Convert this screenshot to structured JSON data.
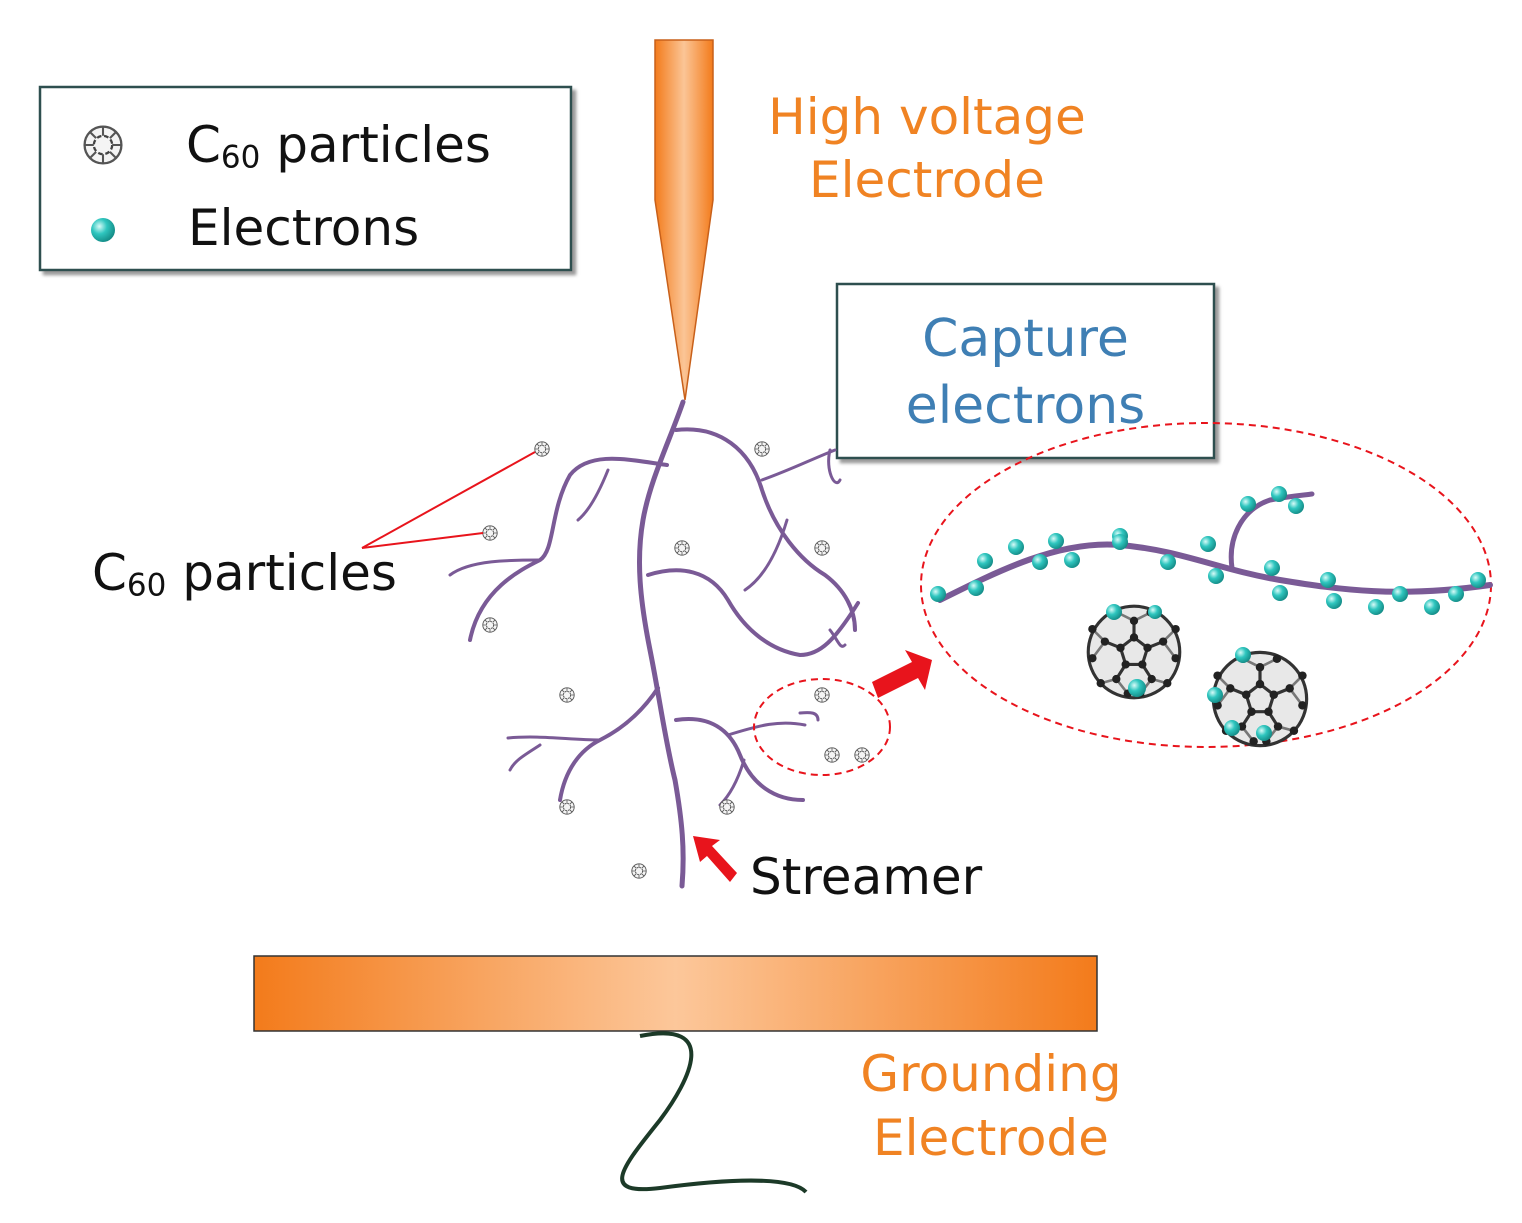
{
  "legend": {
    "c60": {
      "symbol": "C",
      "subscript": "60",
      "text": " particles"
    },
    "electrons": "Electrons"
  },
  "labels": {
    "hv_line1": "High voltage",
    "hv_line2": "Electrode",
    "capture_line1": "Capture",
    "capture_line2": "electrons",
    "c60": {
      "symbol": "C",
      "subscript": "60",
      "text": " particles"
    },
    "streamer": "Streamer",
    "ground_line1": "Grounding",
    "ground_line2": "Electrode"
  },
  "colors": {
    "electrode": "#f37b1b",
    "electrode_light": "#fbc596",
    "streamer": "#7a5a96",
    "electron": "#2cc3bd",
    "arrow": "#e8141c",
    "dashed": "#e8141c",
    "label_orange": "#f08323",
    "label_blue": "#3f7fb4",
    "ground_wire": "#1c3a28"
  }
}
